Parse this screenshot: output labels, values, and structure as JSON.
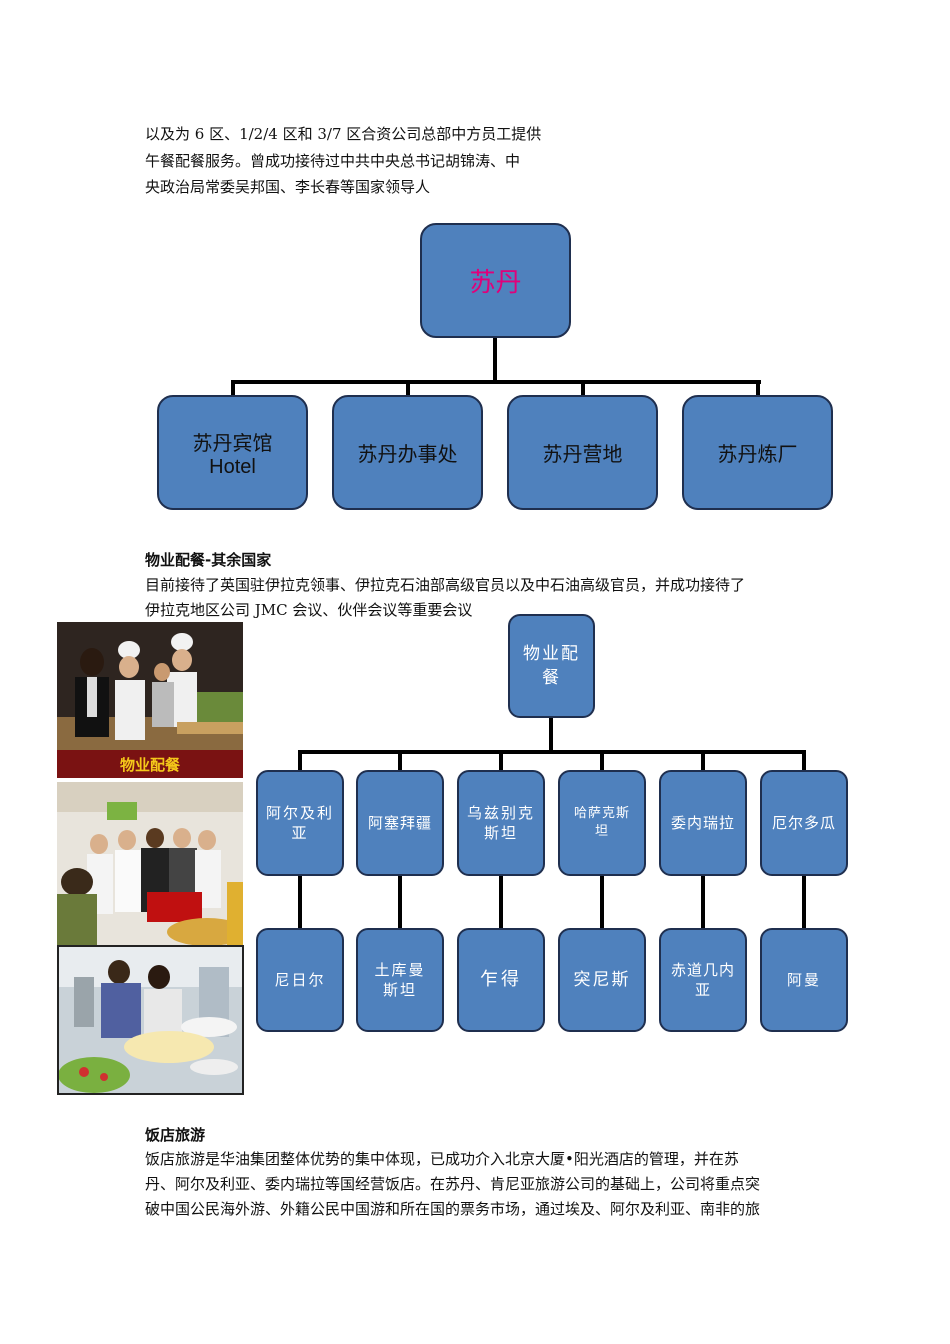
{
  "intro": {
    "lines": [
      "以及为 6 区、1/2/4 区和 3/7 区合资公司总部中方员工提供",
      "午餐配餐服务。曾成功接待过中共中央总书记胡锦涛、中",
      "央政治局常委吴邦国、李长春等国家领导人"
    ]
  },
  "sudan_chart": {
    "root": {
      "label": "苏丹",
      "color": "#e0007a"
    },
    "children": [
      {
        "line1": "苏丹宾馆",
        "line2": "Hotel"
      },
      {
        "line1": "苏丹办事处"
      },
      {
        "line1": "苏丹营地"
      },
      {
        "line1": "苏丹炼厂"
      }
    ]
  },
  "section2": {
    "heading": "物业配餐-其余国家",
    "lines": [
      "目前接待了英国驻伊拉克领事、伊拉克石油部高级官员以及中石油高级官员，并成功接待了",
      "伊拉克地区公司 JMC 会议、伙伴会议等重要会议"
    ]
  },
  "photos": {
    "photo1_caption": "物业配餐"
  },
  "catering_chart": {
    "root": "物业配餐",
    "row1": [
      "阿尔及利亚",
      "阿塞拜疆",
      "乌兹别克斯坦",
      "哈萨克斯坦",
      "委内瑞拉",
      "厄尔多瓜"
    ],
    "row2": [
      "尼日尔",
      "土库曼斯坦",
      "乍得",
      "突尼斯",
      "赤道几内亚",
      "阿曼"
    ]
  },
  "section3": {
    "heading": "饭店旅游",
    "lines": [
      "饭店旅游是华油集团整体优势的集中体现，已成功介入北京大厦•阳光酒店的管理，并在苏",
      "丹、阿尔及利亚、委内瑞拉等国经营饭店。在苏丹、肯尼亚旅游公司的基础上，公司将重点突",
      "破中国公民海外游、外籍公民中国游和所在国的票务市场，通过埃及、阿尔及利亚、南非的旅"
    ]
  }
}
